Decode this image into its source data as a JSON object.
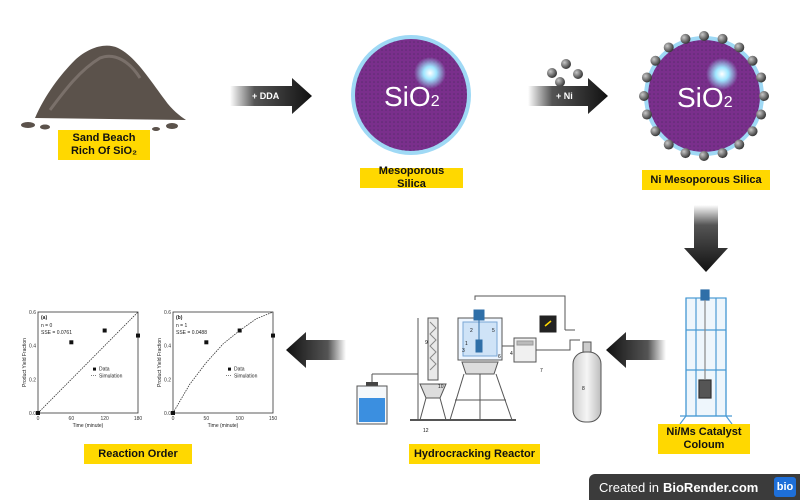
{
  "nodes": {
    "sand": {
      "label": "Sand Beach\nRich Of SiO₂"
    },
    "meso": {
      "label": "Mesoporous Silica",
      "core": "SiO",
      "core_sub": "2"
    },
    "ni": {
      "label": "Ni Mesoporous Silica",
      "core": "SiO",
      "core_sub": "2"
    },
    "column": {
      "label": "Ni/Ms Catalyst\nColoum"
    },
    "reactor": {
      "label": "Hydrocracking Reactor"
    },
    "order": {
      "label": "Reaction Order"
    }
  },
  "arrows": {
    "dda": "+ DDA",
    "ni": "+ Ni"
  },
  "reactor_numbers": [
    "1",
    "2",
    "3",
    "4",
    "5",
    "6",
    "7",
    "8",
    "9",
    "10",
    "11",
    "12"
  ],
  "chart_data": [
    {
      "type": "scatter",
      "panel": "(a)",
      "annotations": [
        "n = 0",
        "SSE = 0.0761"
      ],
      "xlabel": "Time (minute)",
      "ylabel": "Product Yield Fraction",
      "xlim": [
        0,
        180
      ],
      "ylim": [
        0,
        0.6
      ],
      "xticks": [
        "0",
        "60",
        "120",
        "180"
      ],
      "yticks": [
        "0.0",
        "0.2",
        "0.4",
        "0.6"
      ],
      "legend": [
        "Data",
        "Simulation"
      ],
      "series": [
        {
          "name": "Data",
          "x": [
            0,
            60,
            120,
            180
          ],
          "y": [
            0.0,
            0.42,
            0.49,
            0.46
          ]
        },
        {
          "name": "Simulation",
          "x": [
            0,
            180
          ],
          "y": [
            0.0,
            0.62
          ]
        }
      ]
    },
    {
      "type": "scatter",
      "panel": "(b)",
      "annotations": [
        "n = 1",
        "SSE = 0.0488"
      ],
      "xlabel": "Time (minute)",
      "ylabel": "Product Yield Fraction",
      "xlim": [
        0,
        150
      ],
      "ylim": [
        0,
        0.6
      ],
      "xticks": [
        "0",
        "50",
        "100",
        "150"
      ],
      "yticks": [
        "0.0",
        "0.2",
        "0.4",
        "0.6"
      ],
      "legend": [
        "Data",
        "Simulation"
      ],
      "series": [
        {
          "name": "Data",
          "x": [
            0,
            50,
            100,
            150
          ],
          "y": [
            0.0,
            0.42,
            0.49,
            0.46
          ]
        },
        {
          "name": "Simulation",
          "x": [
            0,
            25,
            50,
            75,
            100,
            125,
            150
          ],
          "y": [
            0.0,
            0.17,
            0.3,
            0.41,
            0.49,
            0.56,
            0.61
          ]
        }
      ]
    }
  ],
  "badge": {
    "prefix": "Created in",
    "brand": "BioRender.com",
    "logo": "bio"
  }
}
